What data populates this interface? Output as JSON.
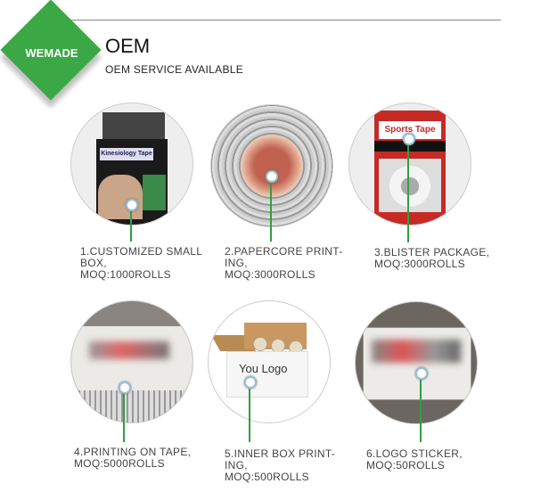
{
  "brand": {
    "logo_text": "WEMADE",
    "accent": "#3aa845"
  },
  "header": {
    "title": "OEM",
    "subtitle": "OEM SERVICE AVAILABLE"
  },
  "items": [
    {
      "lines": [
        "1.CUSTOMIZED SMALL",
        "BOX,",
        "MOQ:1000ROLLS"
      ],
      "image": "kinesiology-tape-box",
      "image_text": "Kinesiology Tape"
    },
    {
      "lines": [
        "2.PAPERCORE PRINT-",
        "ING,",
        "MOQ:3000ROLLS"
      ],
      "image": "tape-roll-papercore"
    },
    {
      "lines": [
        "3.BLISTER PACKAGE,",
        "MOQ:3000ROLLS"
      ],
      "image": "blister-package",
      "image_text": "Sports Tape"
    },
    {
      "lines": [
        "4.PRINTING ON TAPE,",
        "MOQ:5000ROLLS"
      ],
      "image": "printed-tape"
    },
    {
      "lines": [
        "5.INNER BOX PRINT-",
        "ING,",
        "MOQ:500ROLLS"
      ],
      "image": "inner-box",
      "image_text": "You Logo"
    },
    {
      "lines": [
        "6.LOGO STICKER,",
        "MOQ:50ROLLS"
      ],
      "image": "logo-sticker-box"
    }
  ]
}
